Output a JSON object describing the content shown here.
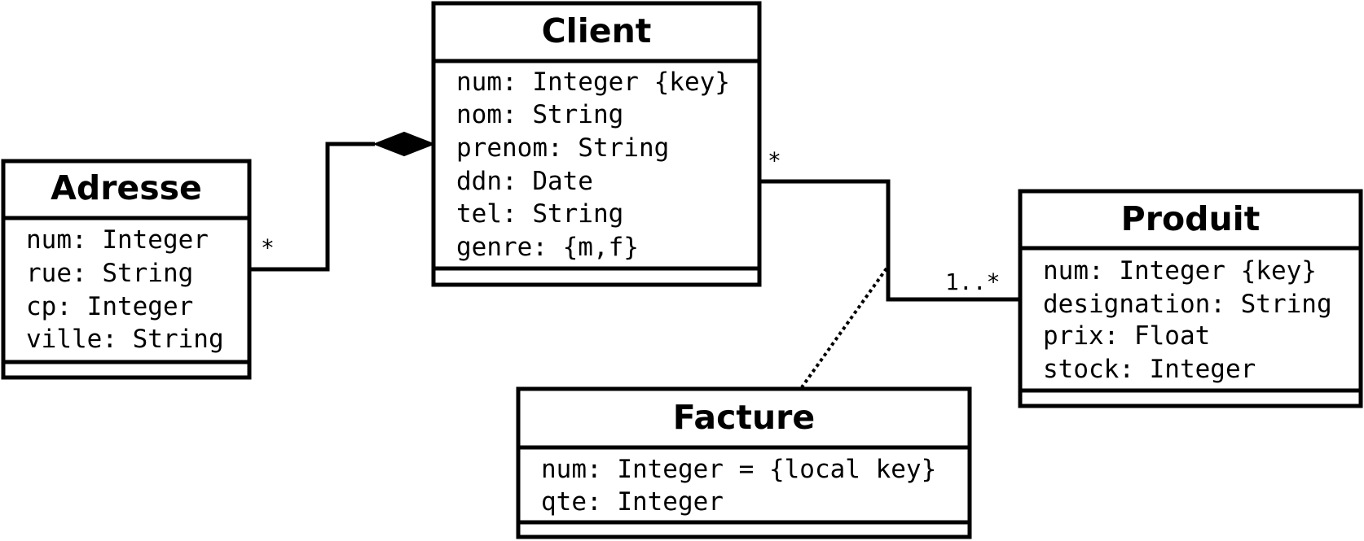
{
  "classes": {
    "client": {
      "name": "Client",
      "attributes": [
        "num: Integer {key}",
        "nom: String",
        "prenom: String",
        "ddn: Date",
        "tel: String",
        "genre: {m,f}"
      ]
    },
    "adresse": {
      "name": "Adresse",
      "attributes": [
        "num: Integer",
        "rue: String",
        "cp: Integer",
        "ville: String"
      ]
    },
    "produit": {
      "name": "Produit",
      "attributes": [
        "num: Integer {key}",
        "designation: String",
        "prix: Float",
        "stock: Integer"
      ]
    },
    "facture": {
      "name": "Facture",
      "attributes": [
        "num: Integer = {local key}",
        "qte: Integer"
      ]
    }
  },
  "associations": {
    "client_adresse": {
      "kind": "composition",
      "multiplicity_adresse": "*"
    },
    "client_produit": {
      "kind": "association",
      "multiplicity_client": "*",
      "multiplicity_produit": "1..*",
      "association_class": "Facture"
    }
  }
}
